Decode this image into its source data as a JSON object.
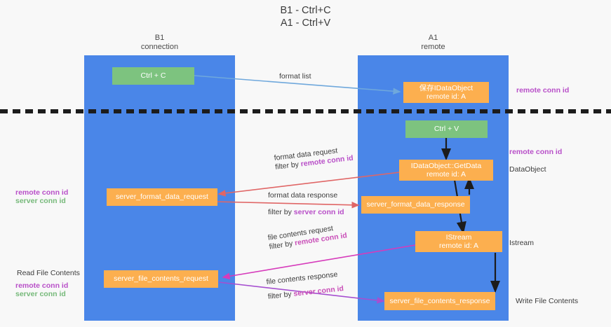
{
  "title": {
    "line1": "B1 - Ctrl+C",
    "line2": "A1 - Ctrl+V"
  },
  "columns": [
    {
      "id": "b1",
      "line1": "B1",
      "line2": "connection"
    },
    {
      "id": "a1",
      "line1": "A1",
      "line2": "remote"
    }
  ],
  "colors": {
    "lane": "#4a86e8",
    "node_green": "#7dc37f",
    "node_orange": "#fcaf4f",
    "accent_magenta": "#b84fc8",
    "accent_green": "#76b97a",
    "arrow_blue": "#6fa8dc",
    "arrow_red": "#e06666",
    "arrow_pink": "#d63bbb",
    "arrow_purple": "#a64fd0",
    "arrow_black": "#1c1c1c",
    "background": "#f8f8f8",
    "text": "#3c3c3c"
  },
  "nodes": [
    {
      "id": "ctrl-c",
      "line1": "Ctrl + C",
      "line2": "",
      "style": "green"
    },
    {
      "id": "save-idataobject",
      "line1": "保存IDataObject",
      "line2": "remote id: A",
      "style": "orange"
    },
    {
      "id": "ctrl-v",
      "line1": "Ctrl + V",
      "line2": "",
      "style": "green"
    },
    {
      "id": "idataobject-getdata",
      "line1": "IDataObject::GetData",
      "line2": "remote id: A",
      "style": "orange"
    },
    {
      "id": "server-format-data-request",
      "line1": "server_format_data_request",
      "line2": "",
      "style": "orange"
    },
    {
      "id": "server-format-data-response",
      "line1": "server_format_data_response",
      "line2": "",
      "style": "orange"
    },
    {
      "id": "istream",
      "line1": "IStream",
      "line2": "remote id: A",
      "style": "orange"
    },
    {
      "id": "server-file-contents-request",
      "line1": "server_file_contents_request",
      "line2": "",
      "style": "orange"
    },
    {
      "id": "server-file-contents-response",
      "line1": "server_file_contents_response",
      "line2": "",
      "style": "orange"
    }
  ],
  "right_annotations": [
    {
      "id": "remote-conn-id-top",
      "text": "remote conn id",
      "style": "magenta"
    },
    {
      "id": "remote-conn-id-mid",
      "text": "remote conn id",
      "style": "magenta"
    },
    {
      "id": "dataobject",
      "text": "DataObject",
      "style": "plain"
    },
    {
      "id": "istream-label",
      "text": "Istream",
      "style": "plain"
    },
    {
      "id": "write-file-contents",
      "text": "Write File Contents",
      "style": "plain"
    }
  ],
  "left_annotations": [
    {
      "id": "remote-conn-id-left",
      "text": "remote conn id",
      "style": "magenta"
    },
    {
      "id": "server-conn-id-left",
      "text": "server conn id",
      "style": "green-t"
    },
    {
      "id": "read-file-contents",
      "text": "Read File Contents",
      "style": "plain"
    },
    {
      "id": "remote-conn-id-left2",
      "text": "remote conn id",
      "style": "magenta"
    },
    {
      "id": "server-conn-id-left2",
      "text": "server conn id",
      "style": "green-t"
    }
  ],
  "edge_labels": [
    {
      "id": "format-list",
      "text": "format list",
      "highlight": "",
      "highlight_text": ""
    },
    {
      "id": "format-data-request",
      "text": "format data request",
      "highlight": "filter by ",
      "highlight_text": "remote conn id"
    },
    {
      "id": "format-data-response",
      "text": "format data response",
      "highlight": "filter by ",
      "highlight_text": "server conn id"
    },
    {
      "id": "file-contents-request",
      "text": "file contents request",
      "highlight": "filter by ",
      "highlight_text": "remote conn id"
    },
    {
      "id": "file-contents-response",
      "text": "file contents response",
      "highlight": "filter by ",
      "highlight_text": "server conn id"
    }
  ]
}
